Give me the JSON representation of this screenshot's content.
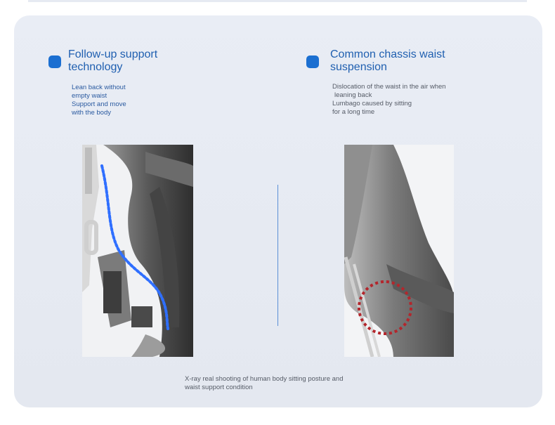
{
  "left": {
    "title_line1": "Follow-up support",
    "title_line2": "technology",
    "desc": [
      "Lean back without",
      "empty waist",
      "Support and move",
      "with the body"
    ]
  },
  "right": {
    "title_line1": "Common chassis waist",
    "title_line2": "suspension",
    "desc": [
      "Dislocation of the waist in the air when",
      "leaning back",
      "Lumbago caused by sitting",
      "for a long time"
    ]
  },
  "caption": {
    "line1": "X-ray real shooting of human body sitting posture and",
    "line2": "waist support condition"
  },
  "colors": {
    "accent": "#1b6fd1",
    "support_dots": "#2f6fff",
    "suspension_circle": "#b3262c",
    "divider": "#5b8fd6"
  }
}
